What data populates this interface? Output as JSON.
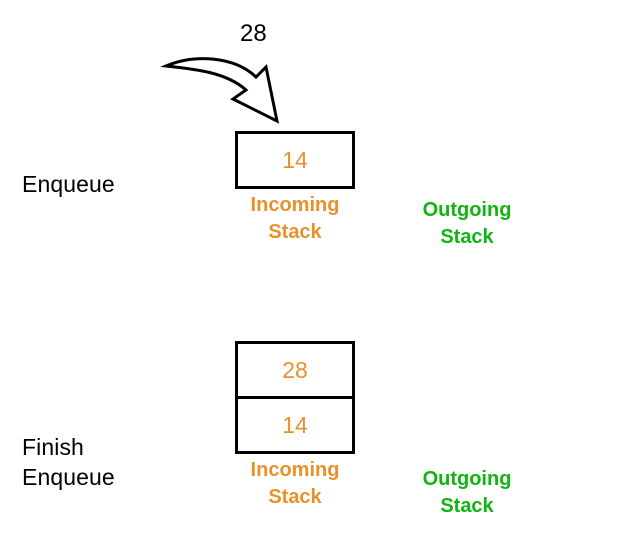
{
  "diagram": {
    "title": "Queue using two stacks - Enqueue operation",
    "background_color": "#ffffff",
    "colors": {
      "incoming": "#E8912A",
      "outgoing": "#11B511",
      "text": "#000000",
      "border": "#000000"
    }
  },
  "steps": [
    {
      "id": "enqueue",
      "step_label": "Enqueue",
      "arrow_value": "28",
      "arrow_icon": "curved-arrow-icon",
      "incoming": {
        "caption": "Incoming\nStack",
        "cells": [
          "14"
        ]
      },
      "outgoing": {
        "caption": "Outgoing\nStack",
        "cells": []
      }
    },
    {
      "id": "finish-enqueue",
      "step_label": "Finish\nEnqueue",
      "incoming": {
        "caption": "Incoming\nStack",
        "cells": [
          "28",
          "14"
        ]
      },
      "outgoing": {
        "caption": "Outgoing\nStack",
        "cells": []
      }
    }
  ]
}
